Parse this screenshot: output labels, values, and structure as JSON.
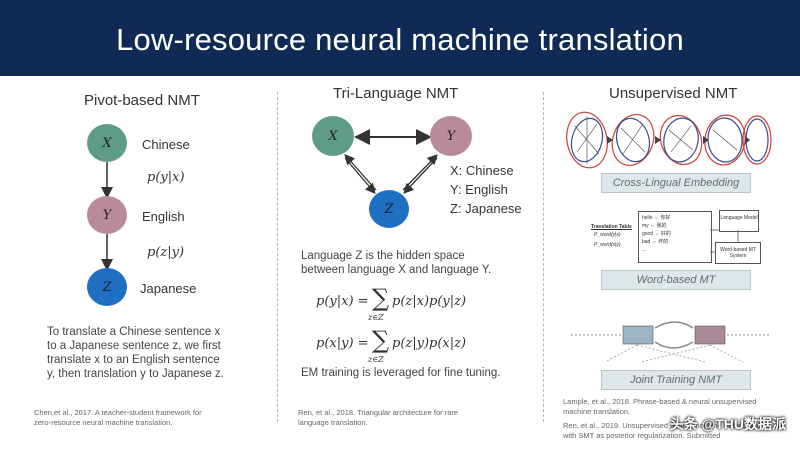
{
  "title": "Low-resource neural machine translation",
  "left": {
    "heading": "Pivot-based NMT",
    "nodes": [
      "X",
      "Y",
      "Z"
    ],
    "labels": [
      "Chinese",
      "English",
      "Japanese"
    ],
    "probs": [
      "p(y|x)",
      "p(z|y)"
    ],
    "desc": [
      "To translate a Chinese sentence x",
      "to a Japanese sentence z, we first",
      "translate x to an English sentence",
      "y, then translation y to Japanese z."
    ],
    "citation": [
      "Chen,et al., 2017. A teacher-student framework for",
      "zero-resource neural machine translation."
    ]
  },
  "middle": {
    "heading": "Tri-Language NMT",
    "nodes": [
      "X",
      "Y",
      "Z"
    ],
    "legend": [
      "X: Chinese",
      "Y: English",
      "Z: Japanese"
    ],
    "desc": [
      "Language Z is the hidden space",
      "between language X and language Y."
    ],
    "eq1_lhs": "p(y|x) =",
    "eq1_rhs": "p(z|x)p(y|z)",
    "eq2_lhs": "p(x|y) =",
    "eq2_rhs": "p(z|y)p(x|z)",
    "sum_sub": "z∈Z",
    "em": "EM training is leveraged for fine tuning.",
    "citation": [
      "Ren, et al., 2018. Triangular architecture for rare",
      "language translation."
    ]
  },
  "right": {
    "heading": "Unsupervised NMT",
    "banner1": "Cross-Lingual Embedding",
    "banner2": "Word-based MT",
    "banner3": "Joint Training NMT",
    "table_title": "Translation Table",
    "table_rows": [
      "P_word(y|x)",
      "P_word(x|y)"
    ],
    "word_pairs": [
      "hello ⇔ 你好",
      "my ⇔ 我的",
      "good ⇔ 好的",
      "bad ⇔ 坏的",
      "..."
    ],
    "lm_box": "Language Model",
    "wmt_box": "Word-based MT System",
    "citation1": [
      "Lample, et al., 2018. Phrase-based & neural unsupervised",
      "machine translation."
    ],
    "citation2": [
      "Ren, et al., 2019. Unsupervised neural machine translation",
      "with SMT as posterior regularization. Submitted"
    ]
  },
  "watermark": "头条 @THU数据派",
  "colors": {
    "header": "#0f2a55",
    "node_x": "#5e9c86",
    "node_y": "#b88a9a",
    "node_z": "#1f6fc4"
  }
}
